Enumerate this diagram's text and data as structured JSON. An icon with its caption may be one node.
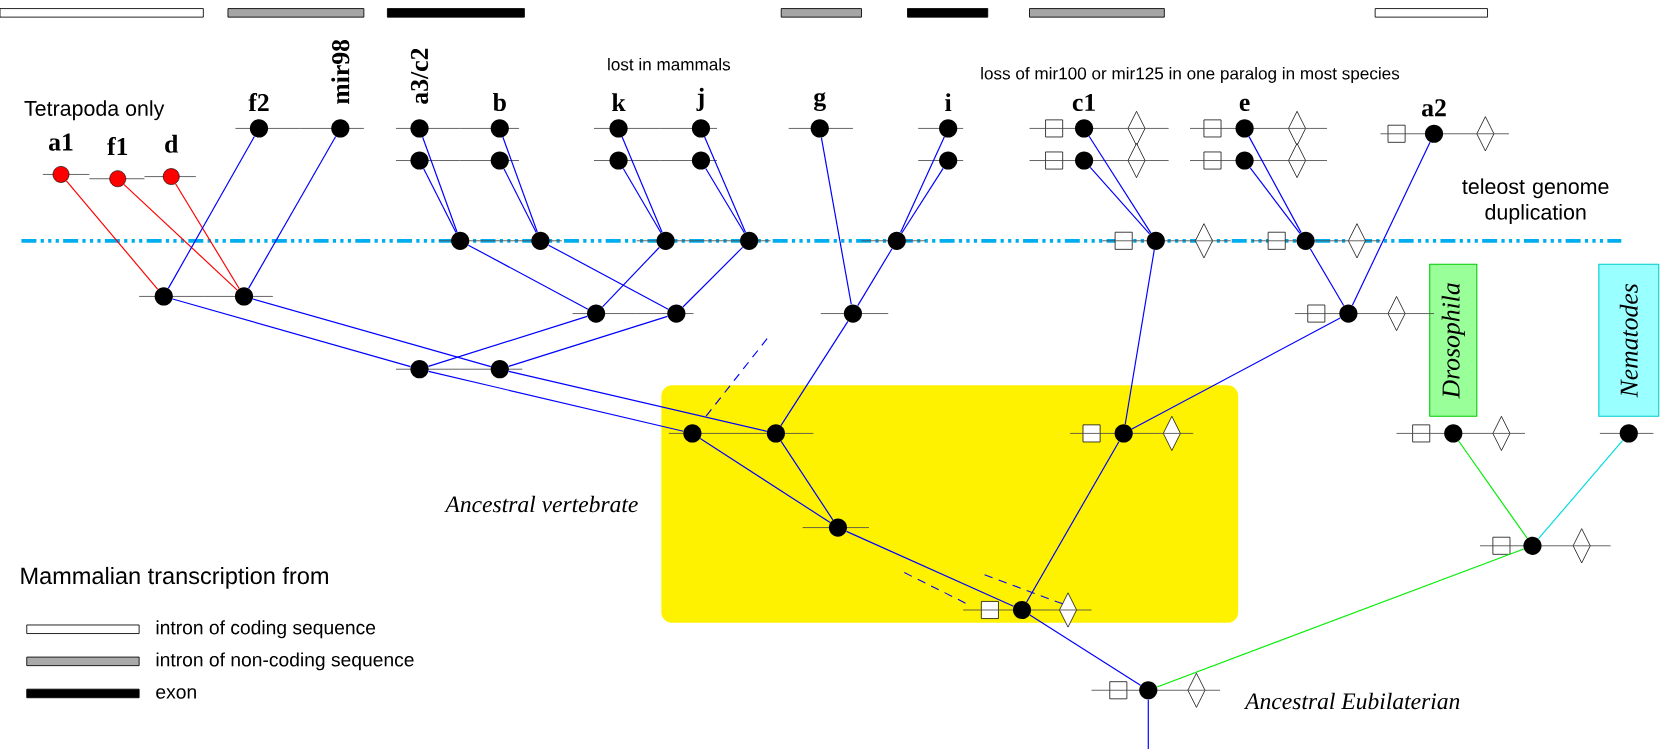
{
  "diagram": {
    "nodes": [
      {
        "text": [
          "a1"
        ]
      },
      {
        "text": [
          "f1"
        ]
      },
      {
        "text": [
          "d"
        ]
      },
      {
        "text": [
          "f2"
        ]
      },
      {
        "text": [
          "mir98"
        ]
      },
      {
        "text": [
          "a3/c2"
        ]
      },
      {
        "text": [],
        "shape": "circle"
      },
      {
        "text": [
          "b"
        ]
      },
      {
        "text": [],
        "shape": "circle"
      },
      {
        "text": [
          "k"
        ]
      },
      {
        "text": [],
        "shape": "circle"
      },
      {
        "text": [
          "j"
        ]
      },
      {
        "text": [],
        "shape": "circle"
      },
      {
        "text": [
          "g"
        ]
      },
      {
        "text": [
          "i"
        ]
      },
      {
        "text": [],
        "shape": "circle"
      },
      {
        "text": [
          "c1"
        ]
      },
      {
        "text": [],
        "shape": "circle"
      },
      {
        "text": [
          "e"
        ]
      },
      {
        "text": [],
        "shape": "circle"
      },
      {
        "text": [
          "a2"
        ]
      },
      {
        "text": [
          "Drosophila"
        ]
      },
      {
        "text": [
          "Nematodes"
        ]
      },
      {
        "text": [],
        "shape": "circle"
      },
      {
        "text": [],
        "shape": "circle"
      },
      {
        "text": [],
        "shape": "circle"
      },
      {
        "text": [],
        "shape": "circle"
      },
      {
        "text": [],
        "shape": "circle"
      },
      {
        "text": [],
        "shape": "circle"
      },
      {
        "text": [],
        "shape": "circle"
      },
      {
        "text": [],
        "shape": "circle"
      },
      {
        "text": [],
        "shape": "circle"
      },
      {
        "text": [],
        "shape": "circle"
      },
      {
        "text": [],
        "shape": "circle"
      },
      {
        "text": [],
        "shape": "circle"
      },
      {
        "text": [],
        "shape": "circle"
      },
      {
        "text": [],
        "shape": "circle"
      },
      {
        "text": [],
        "shape": "circle"
      },
      {
        "text": [
          "Ancestral vertebrate"
        ]
      },
      {
        "text": [],
        "shape": "circle",
        "in": 38
      },
      {
        "text": [],
        "shape": "circle",
        "in": 38
      },
      {
        "text": [],
        "shape": "circle",
        "in": 38
      },
      {
        "text": [],
        "shape": "circle",
        "in": 38
      },
      {
        "text": [],
        "shape": "circle",
        "in": 38
      },
      {
        "text": [],
        "shape": "circle"
      },
      {
        "text": [],
        "shape": "circle",
        "beside": [
          "Ancestral Eubilaterian"
        ]
      }
    ],
    "edges": [
      {
        "from": 0,
        "to": 23,
        "arrow": "none",
        "color": "#ff0000"
      },
      {
        "from": 1,
        "to": 24,
        "arrow": "none",
        "color": "#ff0000"
      },
      {
        "from": 2,
        "to": 24,
        "arrow": "none",
        "color": "#ff0000"
      },
      {
        "from": 3,
        "to": 23,
        "arrow": "none"
      },
      {
        "from": 4,
        "to": 24,
        "arrow": "none"
      },
      {
        "from": 5,
        "to": 25,
        "arrow": "none"
      },
      {
        "from": 6,
        "to": 25,
        "arrow": "none"
      },
      {
        "from": 7,
        "to": 26,
        "arrow": "none"
      },
      {
        "from": 8,
        "to": 26,
        "arrow": "none"
      },
      {
        "from": 9,
        "to": 27,
        "arrow": "none"
      },
      {
        "from": 10,
        "to": 27,
        "arrow": "none"
      },
      {
        "from": 11,
        "to": 28,
        "arrow": "none"
      },
      {
        "from": 12,
        "to": 28,
        "arrow": "none"
      },
      {
        "from": 13,
        "to": 34,
        "arrow": "none"
      },
      {
        "from": 14,
        "to": 29,
        "arrow": "none"
      },
      {
        "from": 15,
        "to": 29,
        "arrow": "none"
      },
      {
        "from": 16,
        "to": 30,
        "arrow": "none"
      },
      {
        "from": 17,
        "to": 30,
        "arrow": "none"
      },
      {
        "from": 18,
        "to": 31,
        "arrow": "none"
      },
      {
        "from": 19,
        "to": 31,
        "arrow": "none"
      },
      {
        "from": 20,
        "to": 35,
        "arrow": "none"
      },
      {
        "from": 25,
        "to": 32,
        "arrow": "none"
      },
      {
        "from": 27,
        "to": 32,
        "arrow": "none"
      },
      {
        "from": 26,
        "to": 33,
        "arrow": "none"
      },
      {
        "from": 28,
        "to": 33,
        "arrow": "none"
      },
      {
        "from": 29,
        "to": 34,
        "arrow": "none"
      },
      {
        "from": 31,
        "to": 35,
        "arrow": "none"
      },
      {
        "from": 23,
        "to": 36,
        "arrow": "none"
      },
      {
        "from": 32,
        "to": 36,
        "arrow": "none"
      },
      {
        "from": 24,
        "to": 37,
        "arrow": "none"
      },
      {
        "from": 33,
        "to": 37,
        "arrow": "none"
      },
      {
        "from": 36,
        "to": 39,
        "arrow": "none"
      },
      {
        "from": 37,
        "to": 40,
        "arrow": "none"
      },
      {
        "from": 34,
        "to": 40,
        "arrow": "none"
      },
      {
        "from": 30,
        "to": 41,
        "arrow": "none"
      },
      {
        "from": 35,
        "to": 41,
        "arrow": "none"
      },
      {
        "from": 39,
        "to": 42,
        "arrow": "none"
      },
      {
        "from": 40,
        "to": 42,
        "arrow": "none"
      },
      {
        "from": 42,
        "to": 43,
        "arrow": "none"
      },
      {
        "from": 41,
        "to": 43,
        "arrow": "none"
      },
      {
        "from": 21,
        "to": 44,
        "arrow": "none",
        "color": "#00ee00"
      },
      {
        "from": 22,
        "to": 44,
        "arrow": "none",
        "color": "#00dddd"
      },
      {
        "from": 43,
        "to": 45,
        "arrow": "none"
      },
      {
        "from": 44,
        "to": 45,
        "arrow": "none",
        "color": "#00ee00"
      },
      {
        "from": 45,
        "to": null,
        "arrow": "none"
      },
      {
        "from": 39,
        "to": null,
        "arrow": "none",
        "style": "dashed"
      }
    ],
    "labels": [
      "Tetrapoda only",
      "lost in mammals",
      "loss of mir100 or mir125 in one paralog in most species",
      "teleost genome duplication",
      "Mammalian transcription from"
    ],
    "legend": [
      {
        "text": "intron of coding sequence",
        "color": "#ffffff"
      },
      {
        "text": "intron of non-coding sequence",
        "color": "#aaaaaa"
      },
      {
        "text": "exon",
        "color": "#000000"
      }
    ]
  }
}
